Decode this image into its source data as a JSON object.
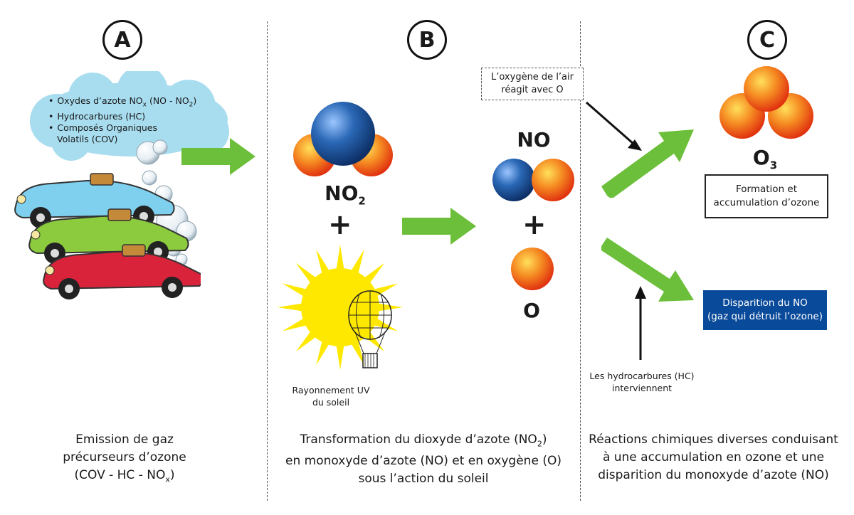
{
  "sections": {
    "a": {
      "letter": "A",
      "pollutants": {
        "item1": "Oxydes d’azote NO",
        "item1_sub": "x",
        "item1_tail": " (NO - NO",
        "item1_sub2": "2",
        "item1_end": ")",
        "item2": "Hydrocarbures (HC)",
        "item3_line1": "Composés Organiques",
        "item3_line2": "Volatils (COV)"
      },
      "caption": {
        "line1": "Emission de gaz",
        "line2": "précurseurs d’ozone",
        "line3": "(COV - HC - NO",
        "line3_sub": "x",
        "line3_end": ")"
      }
    },
    "b": {
      "letter": "B",
      "no2_label": "NO",
      "no2_sub": "2",
      "plus": "+",
      "uv_line1": "Rayonnement UV",
      "uv_line2": "du soleil",
      "caption": {
        "line1": "Transformation du dioxyde d’azote (NO",
        "line1_sub": "2",
        "line1_end": ")",
        "line2": "en monoxyde d’azote (NO) et en oxygène (O)",
        "line3": "sous l’action du soleil"
      }
    },
    "middle": {
      "air_line1": "L’oxygène de l’air",
      "air_line2": "réagit avec O",
      "no_label": "NO",
      "plus": "+",
      "o_label": "O"
    },
    "c": {
      "letter": "C",
      "o3_label": "O",
      "o3_sub": "3",
      "formation_line1": "Formation et",
      "formation_line2": "accumulation d’ozone",
      "disparition_line1": "Disparition du NO",
      "disparition_line2": "(gaz qui détruit l’ozone)",
      "hc_line1": "Les hydrocarbures (HC)",
      "hc_line2": "interviennent",
      "caption": {
        "line1": "Réactions chimiques diverses conduisant",
        "line2": "à une accumulation en ozone et une",
        "line3": "disparition du monoxyde d’azote (NO)"
      }
    }
  },
  "colors": {
    "arrow_green": "#6cbf3a",
    "molecule_blue": "#1f5aa6",
    "molecule_orange": "#f06a1d",
    "cloud_blue": "#a8ddf0",
    "box_blue": "#0a4a9a",
    "sun_yellow": "#ffe800"
  }
}
